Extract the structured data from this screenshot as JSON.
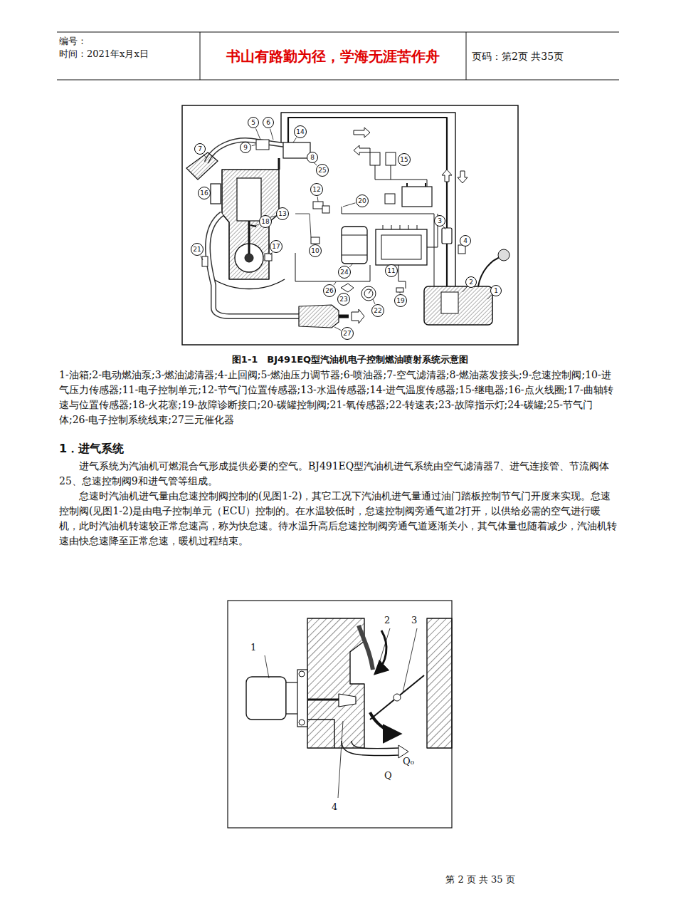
{
  "diagram": {
    "caption": "图1-1　BJ491EQ型汽油机电子控制燃油喷射系统示意图",
    "nodes": [
      {
        "text": [
          "1"
        ]
      },
      {
        "text": [
          "2"
        ]
      },
      {
        "text": [
          "3"
        ]
      },
      {
        "text": [
          "4"
        ]
      },
      {
        "text": [
          "5"
        ]
      },
      {
        "text": [
          "6"
        ]
      },
      {
        "text": [
          "7"
        ]
      },
      {
        "text": [
          "8"
        ]
      },
      {
        "text": [
          "9"
        ]
      },
      {
        "text": [
          "10"
        ]
      },
      {
        "text": [
          "11"
        ]
      },
      {
        "text": [
          "12"
        ]
      },
      {
        "text": [
          "13"
        ]
      },
      {
        "text": [
          "14"
        ]
      },
      {
        "text": [
          "15"
        ]
      },
      {
        "text": [
          "16"
        ]
      },
      {
        "text": [
          "17"
        ]
      },
      {
        "text": [
          "18"
        ]
      },
      {
        "text": [
          "19"
        ]
      },
      {
        "text": [
          "20"
        ]
      },
      {
        "text": [
          "21"
        ]
      },
      {
        "text": [
          "22"
        ]
      },
      {
        "text": [
          "23"
        ]
      },
      {
        "text": [
          "24"
        ]
      },
      {
        "text": [
          "25"
        ]
      },
      {
        "text": [
          "26"
        ]
      },
      {
        "text": [
          "27"
        ]
      }
    ],
    "labels": [
      "编号：",
      "时间：2021年x月x日",
      "书山有路勤为径，学海无涯苦作舟",
      "页码：第2页 共35页",
      "1-油箱;2-电动燃油泵;3-燃油滤清器;4-止回阀;5-燃油压力调节器;6-喷油器;7-空气滤清器;8-燃油蒸发接头;9-怠速控制阀;10-进气压力传感器;11-电子控制单元;12-节气门位置传感器;13-水温传感器;14-进气温度传感器;15-继电器;16-点火线圈;17-曲轴转速与位置传感器;18-火花塞;19-故障诊断接口;20-碳罐控制阀;21-氧传感器;22-转速表;23-故障指示灯;24-碳罐;25-节气门体;26-电子控制系统线束;27三元催化器",
      "1．进气系统",
      "进气系统为汽油机可燃混合气形成提供必要的空气。BJ491EQ型汽油机进气系统由空气滤清器7、进气连接管、节流阀体25、怠速控制阀9和进气管等组成。",
      "怠速时汽油机进气量由怠速控制阀控制的(见图1-2)，其它工况下汽油机进气量通过油门踏板控制节气门开度来实现。怠速控制阀(见图1-2)是由电子控制单元（ECU）控制的。在水温较低时，怠速控制阀旁通气道2打开，以供给必需的空气进行暖机，此时汽油机转速较正常怠速高，称为快怠速。待水温升高后怠速控制阀旁通气道逐渐关小，其气体量也随着减少，汽油机转速由快怠速降至正常怠速，暖机过程结束。",
      "1",
      "2",
      "3",
      "4",
      "Q₀",
      "Q",
      "第 2 页 共 35 页"
    ]
  }
}
